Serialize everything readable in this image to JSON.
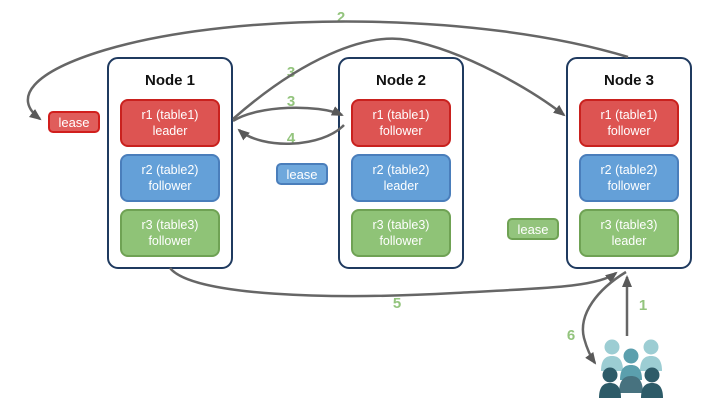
{
  "diagram": {
    "nodes": [
      {
        "title": "Node 1",
        "replicas": [
          {
            "name": "r1 (table1)",
            "role": "leader",
            "color": "#dd5452"
          },
          {
            "name": "r2 (table2)",
            "role": "follower",
            "color": "#64a0d8"
          },
          {
            "name": "r3 (table3)",
            "role": "follower",
            "color": "#8fc377"
          }
        ]
      },
      {
        "title": "Node 2",
        "replicas": [
          {
            "name": "r1 (table1)",
            "role": "follower",
            "color": "#dd5452"
          },
          {
            "name": "r2 (table2)",
            "role": "leader",
            "color": "#64a0d8"
          },
          {
            "name": "r3 (table3)",
            "role": "follower",
            "color": "#8fc377"
          }
        ]
      },
      {
        "title": "Node 3",
        "replicas": [
          {
            "name": "r1 (table1)",
            "role": "follower",
            "color": "#dd5452"
          },
          {
            "name": "r2 (table2)",
            "role": "follower",
            "color": "#64a0d8"
          },
          {
            "name": "r3 (table3)",
            "role": "leader",
            "color": "#8fc377"
          }
        ]
      }
    ],
    "leases": [
      {
        "text": "lease",
        "color": "#e05d5b"
      },
      {
        "text": "lease",
        "color": "#6fa8dc"
      },
      {
        "text": "lease",
        "color": "#93c47d"
      }
    ],
    "steps": {
      "s1": "1",
      "s2": "2",
      "s3a": "3",
      "s3b": "3",
      "s4": "4",
      "s5": "5",
      "s6": "6"
    },
    "colors": {
      "arrow": "#666666",
      "node_border": "#1f3a5f",
      "step_label": "#93c47d",
      "users_light": "#9ccdd3",
      "users_medium": "#5b9fad",
      "users_slate": "#47727f",
      "users_dark": "#2d5b68"
    }
  }
}
